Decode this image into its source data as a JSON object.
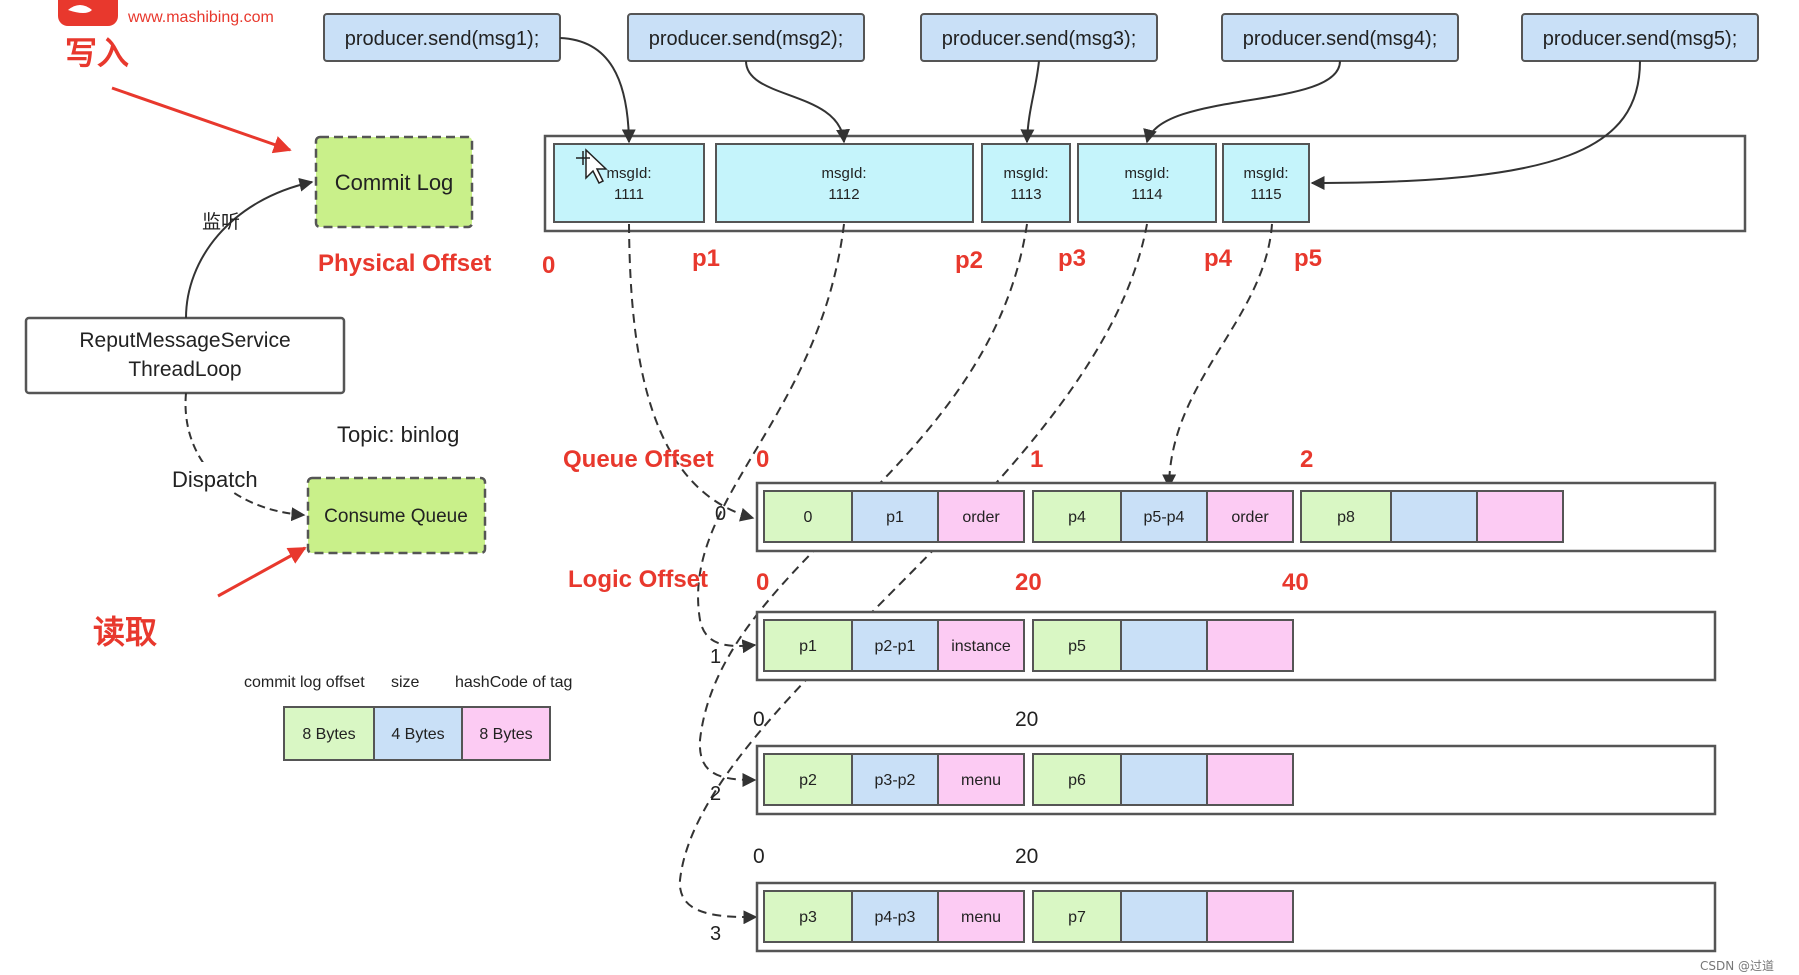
{
  "brand": {
    "url": "www.mashibing.com"
  },
  "labels": {
    "write": "写入",
    "read": "读取",
    "listen": "监听",
    "dispatch": "Dispatch",
    "topic": "Topic: binlog",
    "physical_offset": "Physical Offset",
    "queue_offset": "Queue Offset",
    "logic_offset": "Logic Offset",
    "watermark": "CSDN @过道"
  },
  "nodes": {
    "commit_log": "Commit Log",
    "reput_line1": "ReputMessageService",
    "reput_line2": "ThreadLoop",
    "consume_queue": "Consume Queue"
  },
  "producers": [
    "producer.send(msg1);",
    "producer.send(msg2);",
    "producer.send(msg3);",
    "producer.send(msg4);",
    "producer.send(msg5);"
  ],
  "messages": [
    {
      "label": "msgId:",
      "id": "1111"
    },
    {
      "label": "msgId:",
      "id": "1112"
    },
    {
      "label": "msgId:",
      "id": "1113"
    },
    {
      "label": "msgId:",
      "id": "1114"
    },
    {
      "label": "msgId:",
      "id": "1115"
    }
  ],
  "physical_offsets": [
    "0",
    "p1",
    "p2",
    "p3",
    "p4",
    "p5"
  ],
  "queue_offsets": [
    "0",
    "1",
    "2"
  ],
  "logic_offsets": [
    "0",
    "20",
    "40"
  ],
  "queues": [
    {
      "index": "0",
      "cells": [
        "0",
        "p1",
        "order",
        "p4",
        "p5-p4",
        "order",
        "p8",
        "",
        ""
      ]
    },
    {
      "index": "1",
      "cells": [
        "p1",
        "p2-p1",
        "instance",
        "p5",
        "",
        ""
      ]
    },
    {
      "index": "2",
      "cells": [
        "p2",
        "p3-p2",
        "menu",
        "p6",
        "",
        ""
      ]
    },
    {
      "index": "3",
      "cells": [
        "p3",
        "p4-p3",
        "menu",
        "p7",
        "",
        ""
      ]
    }
  ],
  "queue_row_offsets": [
    {
      "a": "0",
      "b": "20"
    },
    {
      "a": "0",
      "b": "20"
    }
  ],
  "legend": {
    "headers": [
      "commit log offset",
      "size",
      "hashCode of tag"
    ],
    "cells": [
      "8 Bytes",
      "4 Bytes",
      "8 Bytes"
    ]
  },
  "colors": {
    "green": "#d9f7c4",
    "blue": "#c9e0f7",
    "pink": "#fccbf3",
    "cyan": "#c5f4fb",
    "red": "#e8382d",
    "lime": "#c9f08a"
  }
}
